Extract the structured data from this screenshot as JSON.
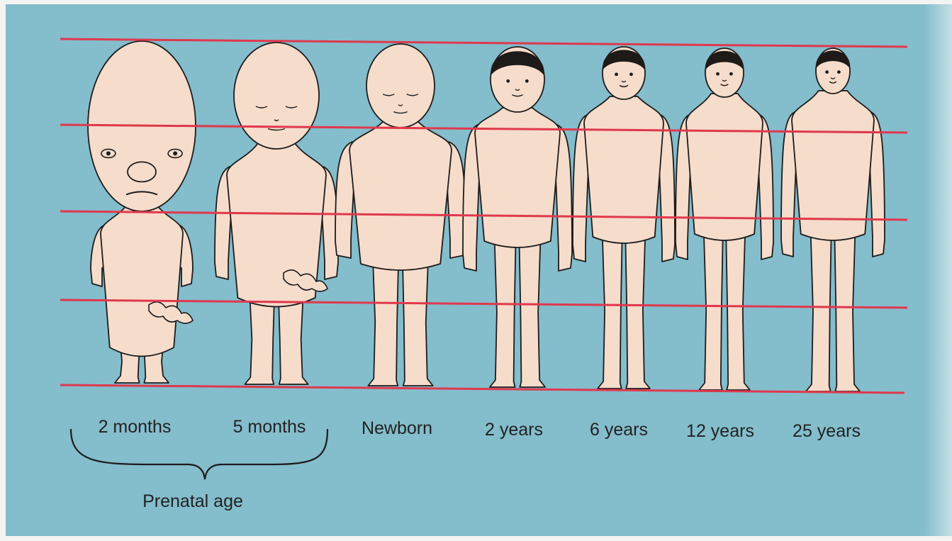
{
  "figure": {
    "colors": {
      "background": "#84bdcc",
      "skin": "#f6dccb",
      "outline": "#1c1c1c",
      "guide_line": "#e0384c",
      "hair": "#1e1a18"
    },
    "guide_lines_count": 5,
    "stages": [
      {
        "label": "2 months"
      },
      {
        "label": "5 months"
      },
      {
        "label": "Newborn"
      },
      {
        "label": "2 years"
      },
      {
        "label": "6 years"
      },
      {
        "label": "12 years"
      },
      {
        "label": "25 years"
      }
    ],
    "group_bracket": {
      "caption": "Prenatal age",
      "spans": [
        "2 months",
        "5 months"
      ]
    }
  }
}
